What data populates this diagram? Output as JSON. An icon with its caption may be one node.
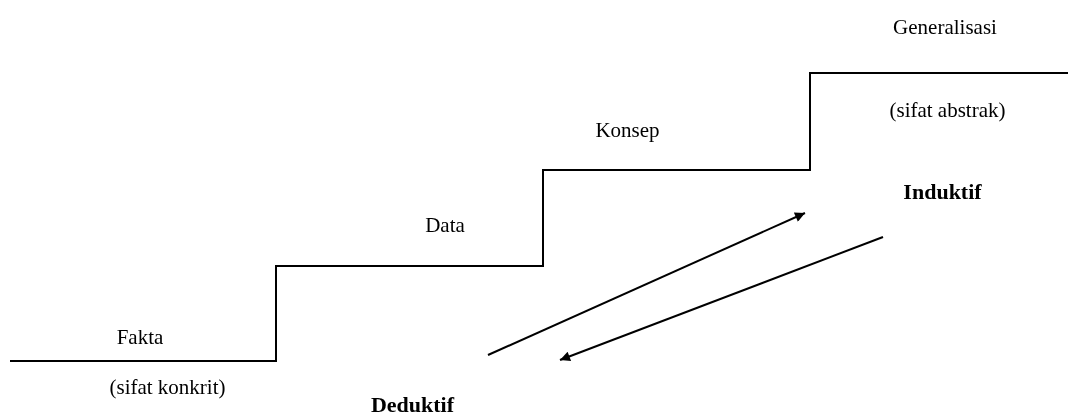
{
  "diagram": {
    "labels": [
      "Generalisasi",
      "(sifat abstrak)",
      "Konsep",
      "Induktif",
      "Data",
      "Fakta",
      "(sifat konkrit)",
      "Deduktif"
    ]
  }
}
